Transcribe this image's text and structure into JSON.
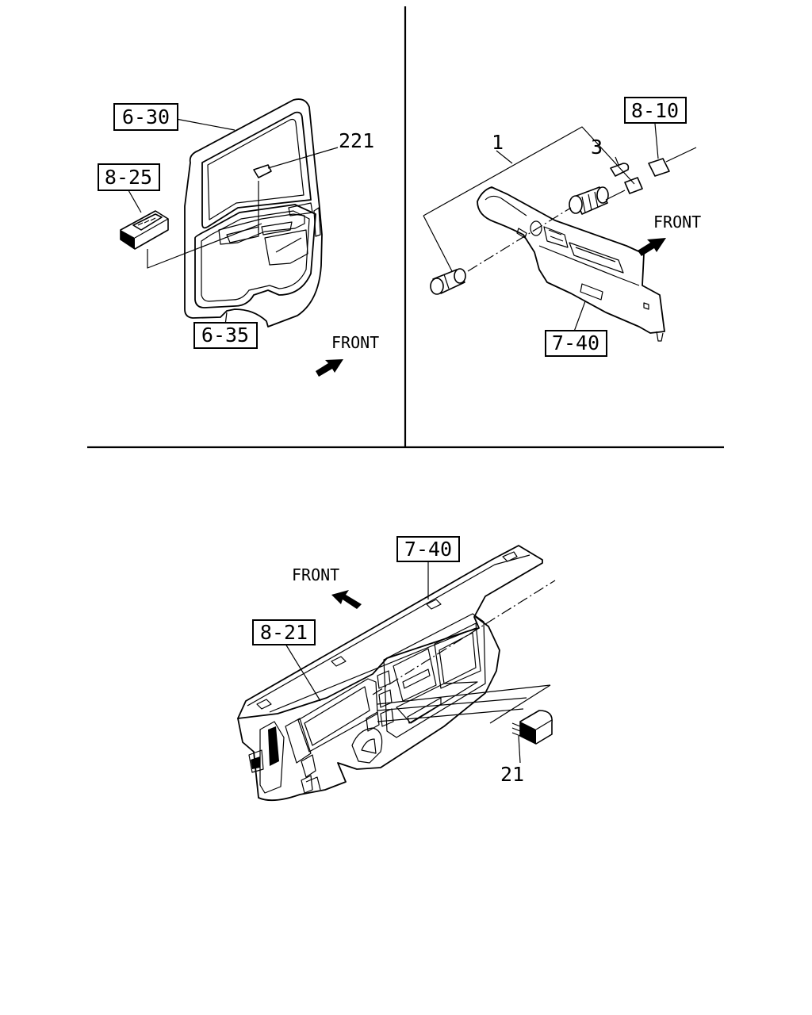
{
  "panels": [
    {
      "id": "door",
      "front_label": "FRONT",
      "refs": [
        "6-30",
        "8-25",
        "6-35"
      ],
      "callouts": [
        "221"
      ]
    },
    {
      "id": "lighter",
      "front_label": "FRONT",
      "refs": [
        "8-10",
        "7-40"
      ],
      "callouts": [
        "1",
        "3"
      ]
    },
    {
      "id": "dashboard",
      "front_label": "FRONT",
      "refs": [
        "7-40",
        "8-21"
      ],
      "callouts": [
        "21"
      ]
    }
  ]
}
